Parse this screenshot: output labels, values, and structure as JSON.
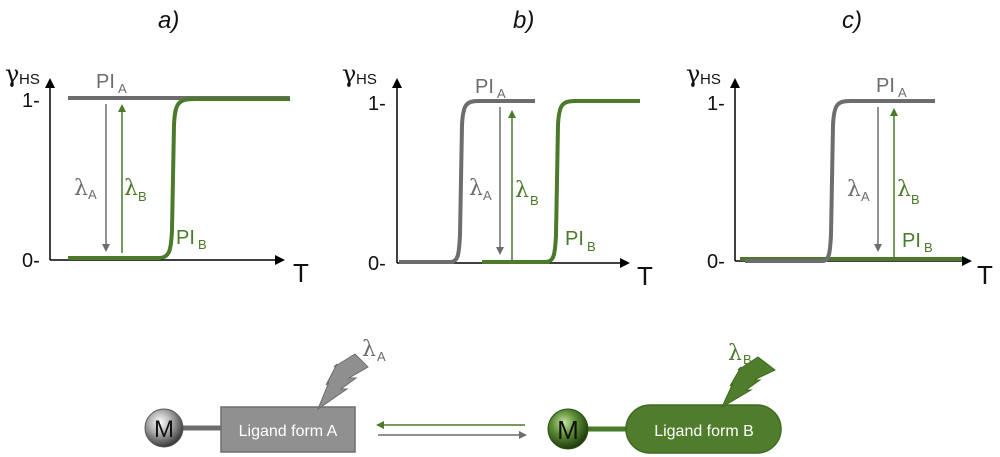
{
  "colors": {
    "gray": "#6d6d6f",
    "gray_light": "#8a8a8a",
    "green": "#4a7a2a",
    "green_dark": "#3f6a22",
    "axis": "#000000",
    "box_gray": "#909090",
    "box_green": "#4f7d2c"
  },
  "panels": [
    {
      "label": "a)",
      "y_axis_symbol": "γ",
      "y_axis_sub": "HS",
      "x_axis_label": "T",
      "tick_1": "1-",
      "tick_0": "0-",
      "pl_a": {
        "main": "PI",
        "sub": "A"
      },
      "pl_b": {
        "main": "PI",
        "sub": "B"
      },
      "lambda_a": {
        "main": "λ",
        "sub": "A"
      },
      "lambda_b": {
        "main": "λ",
        "sub": "B"
      }
    },
    {
      "label": "b)",
      "y_axis_symbol": "γ",
      "y_axis_sub": "HS",
      "x_axis_label": "T",
      "tick_1": "1-",
      "tick_0": "0-",
      "pl_a": {
        "main": "PI",
        "sub": "A"
      },
      "pl_b": {
        "main": "PI",
        "sub": "B"
      },
      "lambda_a": {
        "main": "λ",
        "sub": "A"
      },
      "lambda_b": {
        "main": "λ",
        "sub": "B"
      }
    },
    {
      "label": "c)",
      "y_axis_symbol": "γ",
      "y_axis_sub": "HS",
      "x_axis_label": "T",
      "tick_1": "1-",
      "tick_0": "0-",
      "pl_a": {
        "main": "PI",
        "sub": "A"
      },
      "pl_b": {
        "main": "PI",
        "sub": "B"
      },
      "lambda_a": {
        "main": "λ",
        "sub": "A"
      },
      "lambda_b": {
        "main": "λ",
        "sub": "B"
      }
    }
  ],
  "scheme": {
    "metal_label": "M",
    "ligand_a_label": "Ligand form A",
    "ligand_b_label": "Ligand form B",
    "lambda_a": {
      "main": "λ",
      "sub": "A"
    },
    "lambda_b": {
      "main": "λ",
      "sub": "B"
    }
  }
}
